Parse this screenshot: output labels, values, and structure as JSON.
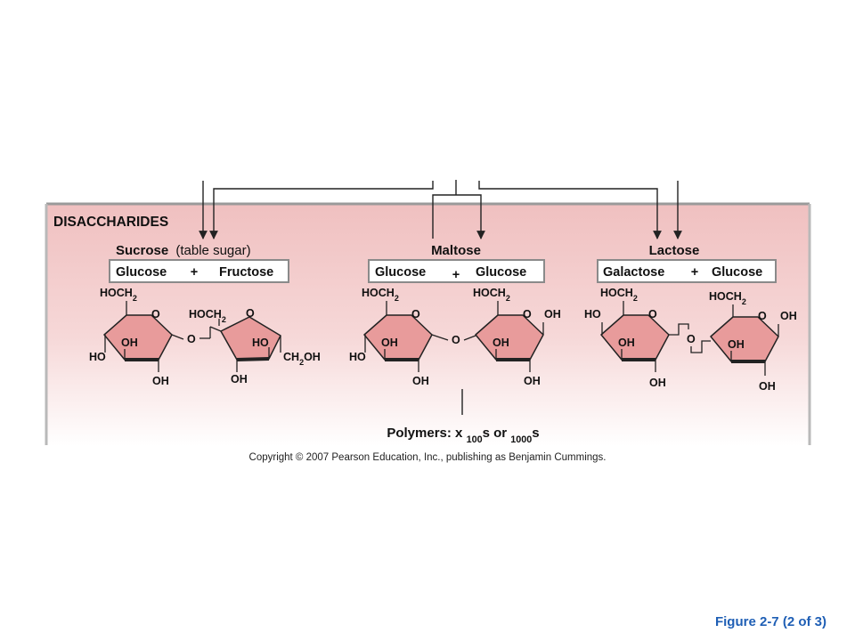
{
  "panel": {
    "heading": "DISACCHARIDES",
    "polymers_note": "Polymers: x 100s or 1000s"
  },
  "plus": "+",
  "colors": {
    "panel_top": "#f0c0c0",
    "panel_bottom": "#ffffff",
    "ring_fill": "#e89b9b",
    "box_border": "#8a8a8a",
    "caption": "#1f5fb5"
  },
  "disaccharides": [
    {
      "name": "Sucrose",
      "name_note": "(table sugar)",
      "component_a": "Glucose",
      "component_b": "Fructose",
      "bridge": "O",
      "ring1": {
        "top_group": "HOCH2",
        "ring_oxygen": "O",
        "inner_oh": "OH",
        "left_group": "HO",
        "bottom_group": "OH"
      },
      "ring2": {
        "top_group": "HOCH2",
        "ring_oxygen": "O",
        "inner_ho": "HO",
        "right_group": "CH2OH",
        "bottom_group": "OH"
      }
    },
    {
      "name": "Maltose",
      "component_a": "Glucose",
      "component_b": "Glucose",
      "bridge": "O",
      "ring1": {
        "top_group": "HOCH2",
        "ring_oxygen": "O",
        "inner_oh": "OH",
        "left_group": "HO",
        "bottom_group": "OH"
      },
      "ring2": {
        "top_group": "HOCH2",
        "ring_oxygen": "O",
        "right_group": "OH",
        "inner_oh": "OH",
        "bottom_group": "OH"
      }
    },
    {
      "name": "Lactose",
      "component_a": "Galactose",
      "component_b": "Glucose",
      "bridge": "O",
      "ring1": {
        "top_group": "HOCH2",
        "ring_oxygen": "O",
        "left_group": "HO",
        "inner_oh": "OH",
        "bottom_group": "OH"
      },
      "ring2": {
        "top_group": "HOCH2",
        "ring_oxygen": "O",
        "right_group": "OH",
        "inner_oh": "OH",
        "bottom_group": "OH"
      }
    }
  ],
  "footer": {
    "copyright": "Copyright © 2007 Pearson Education, Inc., publishing as Benjamin Cummings.",
    "figure_label": "Figure 2-7 (2 of 3)"
  }
}
